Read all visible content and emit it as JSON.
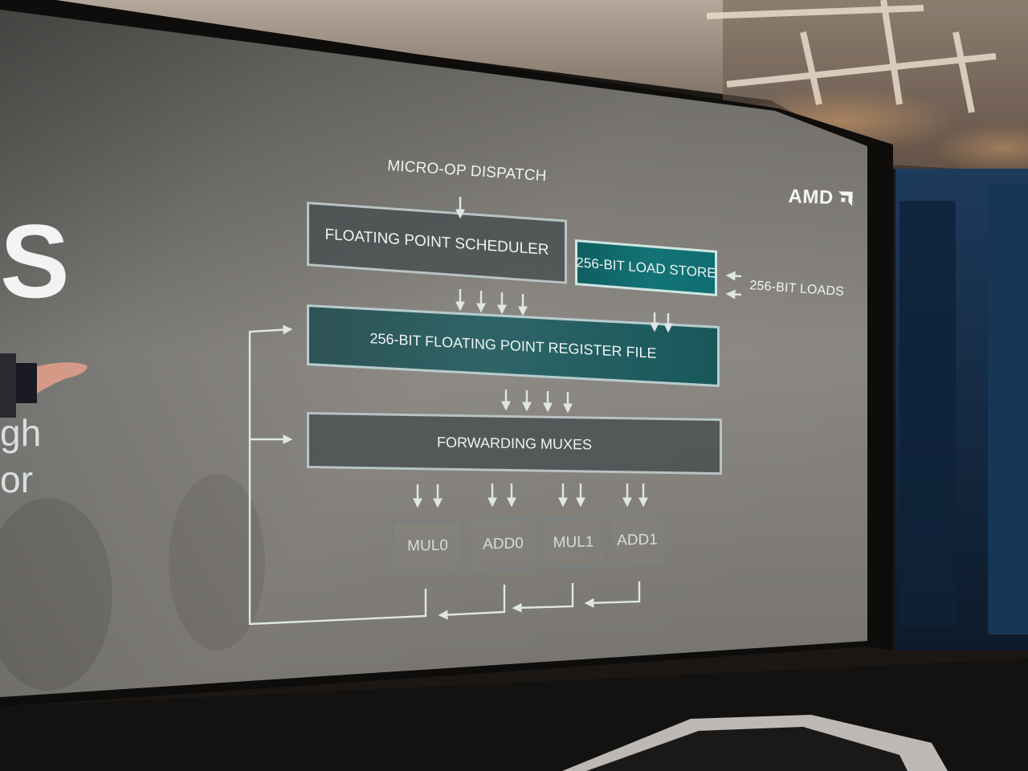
{
  "logo": {
    "text": "AMD"
  },
  "slide_left_fragments": [
    "S",
    "gh",
    "or"
  ],
  "diagram": {
    "dispatch_label": "MICRO-OP DISPATCH",
    "scheduler": "FLOATING POINT SCHEDULER",
    "load_store": "256-BIT LOAD STORE",
    "loads_label": "256-BIT LOADS",
    "register_file": "256-BIT FLOATING POINT REGISTER FILE",
    "forwarding": "FORWARDING MUXES",
    "units": [
      "MUL0",
      "ADD0",
      "MUL1",
      "ADD1"
    ]
  },
  "colors": {
    "teal_block": "#137477",
    "grey_block": "#464c4e",
    "screen_light": "#8f8c87",
    "line": "#dfe6e4"
  }
}
